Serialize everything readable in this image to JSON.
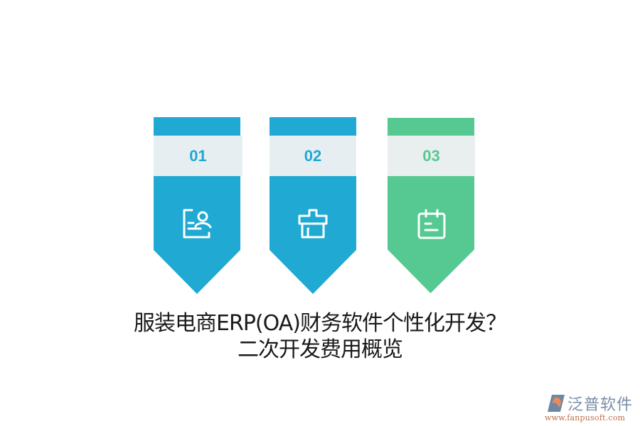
{
  "cards": [
    {
      "number": "01",
      "icon": "resume-person-icon",
      "color": "#1fa9d3",
      "band_color": "#e6eef1",
      "number_color": "#1fa9d3"
    },
    {
      "number": "02",
      "icon": "shop-house-icon",
      "color": "#1fa9d3",
      "band_color": "#e6eef1",
      "number_color": "#1fa9d3"
    },
    {
      "number": "03",
      "icon": "calendar-icon",
      "color": "#55c991",
      "band_color": "#e9efee",
      "number_color": "#55c991"
    }
  ],
  "title": {
    "line1": "服装电商ERP(OA)财务软件个性化开发？",
    "line2": "二次开发费用概览"
  },
  "logo": {
    "name": "泛普软件",
    "url": "www.fanpusoft.com"
  }
}
